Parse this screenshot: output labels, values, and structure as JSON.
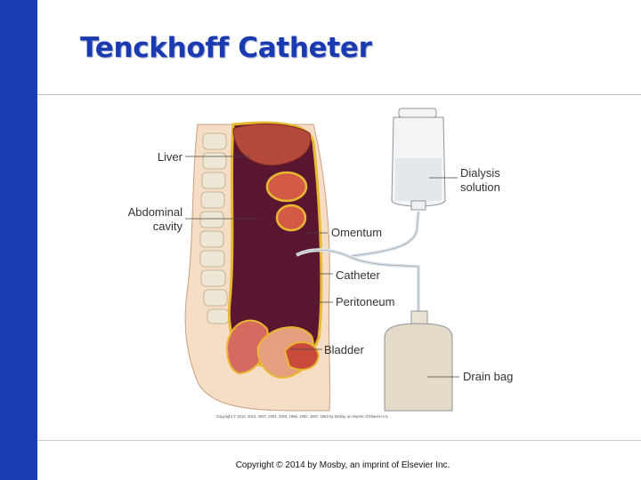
{
  "slide": {
    "title": "Tenckhoff Catheter",
    "footer": "Copyright © 2014 by Mosby, an imprint of Elsevier Inc."
  },
  "diagram": {
    "labels": {
      "liver": "Liver",
      "abdominal_cavity_1": "Abdominal",
      "abdominal_cavity_2": "cavity",
      "omentum": "Omentum",
      "catheter": "Catheter",
      "peritoneum": "Peritoneum",
      "bladder": "Bladder",
      "dialysis_1": "Dialysis",
      "dialysis_2": "solution",
      "drain_bag": "Drain bag"
    },
    "image_credit": "Copyright © 2014, 2010, 2007, 2004, 2000, 1996, 1992, 1987, 1983 by Mosby, an imprint of Elsevier Inc."
  },
  "colors": {
    "accent_bar": "#1a3fb4",
    "title": "#1a3ab2",
    "cavity": "#5a1530",
    "peritoneum": "#e8b830",
    "organ": "#c94a3a"
  }
}
